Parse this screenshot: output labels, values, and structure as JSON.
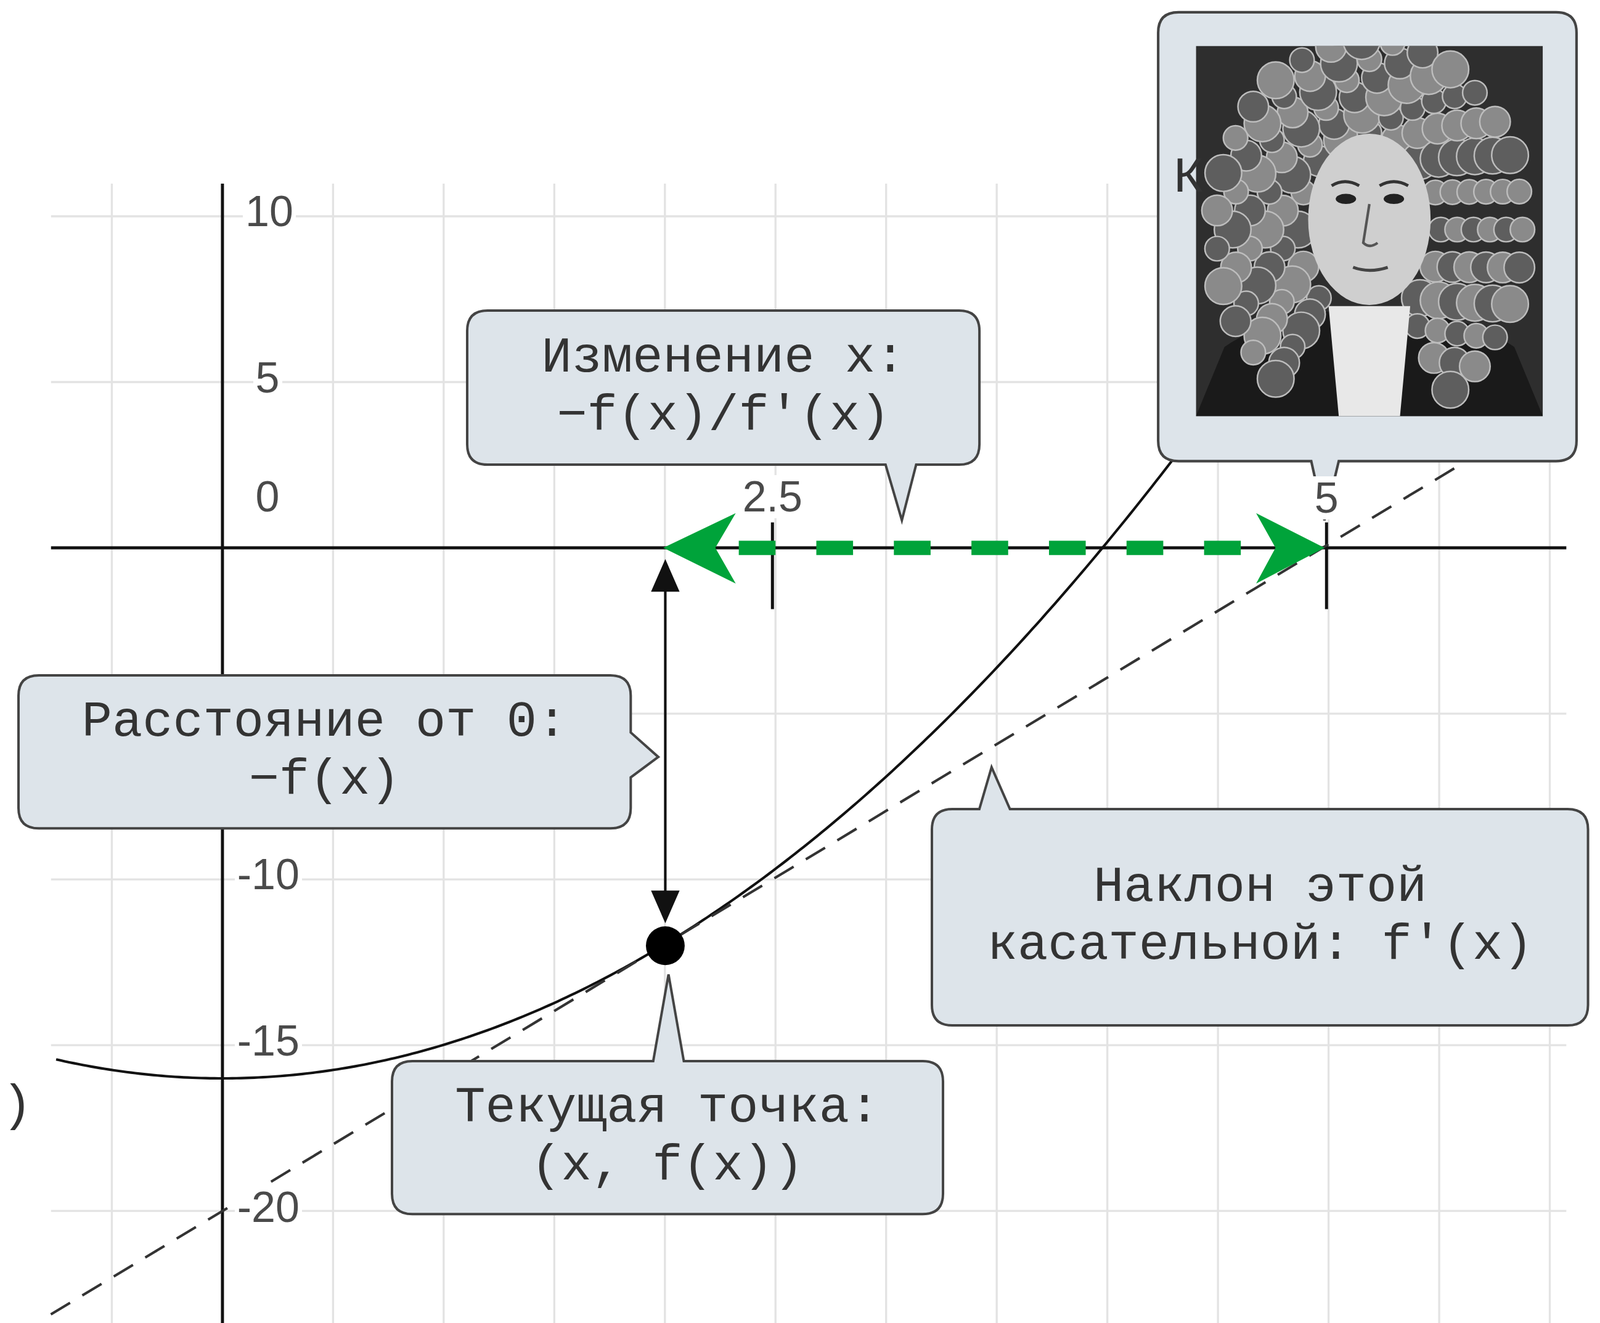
{
  "diagram": {
    "nodes": [
      {
        "text": [
          "Изменение x: −f(x)/f'(x)"
        ]
      },
      {
        "text": [
          "Расстояние от 0: −f(x)"
        ]
      },
      {
        "text": [
          "Наклон этой касательной: f'(x)"
        ]
      },
      {
        "text": [
          "Текущая точка: (x, f(x))"
        ]
      }
    ],
    "labels": [
      "10",
      "5",
      "0",
      "2.5",
      "-10",
      "-15",
      "-20",
      "5",
      "К",
      ")"
    ]
  }
}
